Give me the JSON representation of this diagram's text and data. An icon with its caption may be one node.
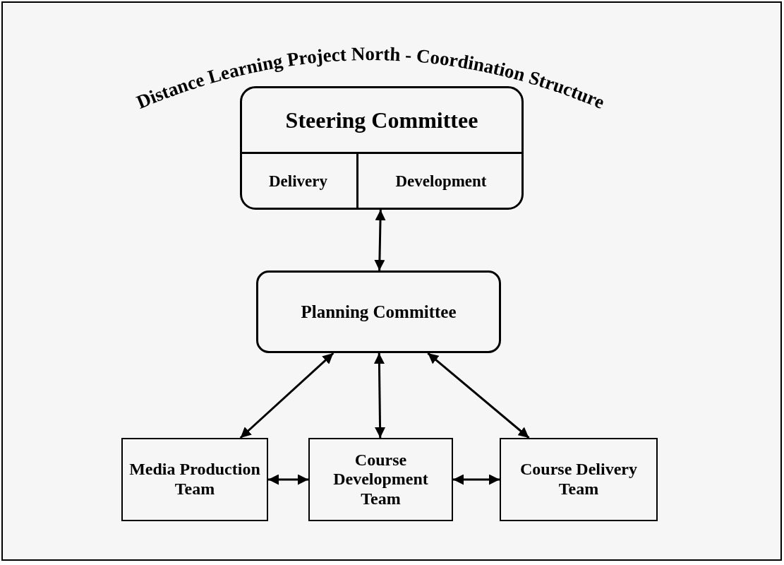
{
  "diagram": {
    "title": "Distance Learning Project North - Coordination Structure",
    "nodes": [
      {
        "text": [
          "Steering Committee"
        ]
      },
      {
        "text": [
          "Delivery"
        ],
        "in": 0
      },
      {
        "text": [
          "Development"
        ],
        "in": 0
      },
      {
        "text": [
          "Planning Committee"
        ]
      },
      {
        "text": [
          "Media Production Team"
        ]
      },
      {
        "text": [
          "Course Development Team"
        ]
      },
      {
        "text": [
          "Course Delivery Team"
        ]
      }
    ],
    "edges": [
      {
        "from": 0,
        "to": 3,
        "arrow": "both"
      },
      {
        "from": 3,
        "to": 4,
        "arrow": "both"
      },
      {
        "from": 3,
        "to": 5,
        "arrow": "both"
      },
      {
        "from": 3,
        "to": 6,
        "arrow": "both"
      },
      {
        "from": 4,
        "to": 5,
        "arrow": "both"
      },
      {
        "from": 5,
        "to": 6,
        "arrow": "both"
      }
    ]
  }
}
